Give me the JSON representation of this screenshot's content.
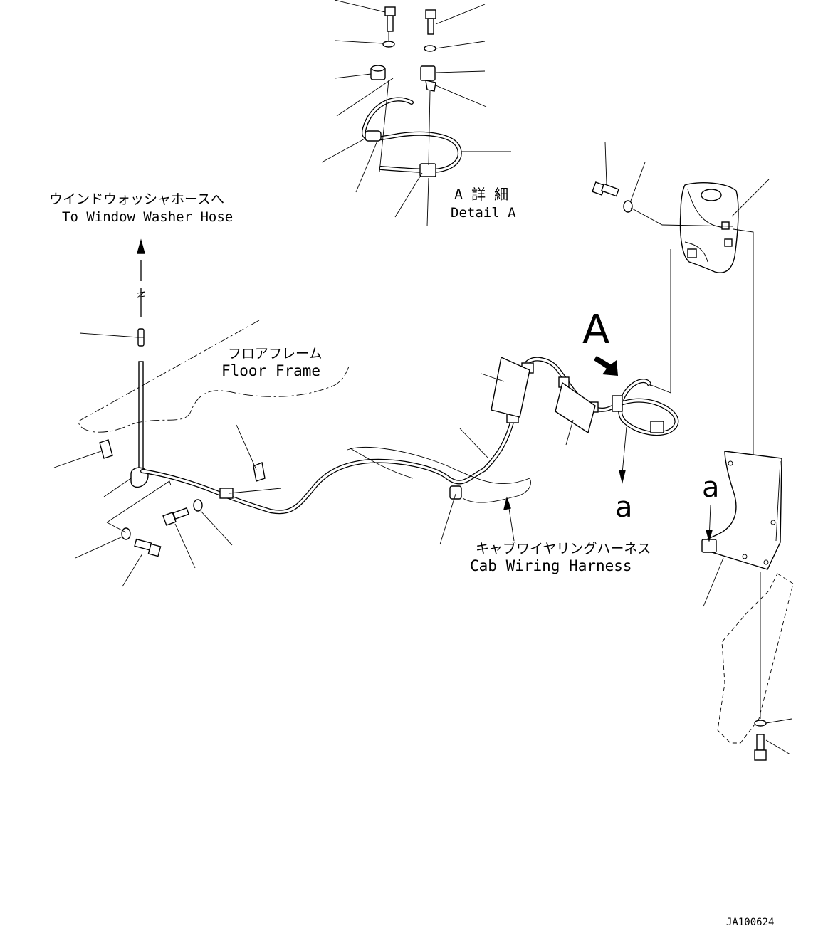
{
  "labels": {
    "washer_hose_jp": "ウインドウォッシャホースへ",
    "washer_hose_en": "To Window Washer Hose",
    "floor_frame_jp": "フロアフレーム",
    "floor_frame_en": "Floor Frame",
    "detail_a_jp": "A 詳 細",
    "detail_a_en": "Detail A",
    "cab_harness_jp": "キャブワイヤリングハーネス",
    "cab_harness_en": "Cab Wiring Harness",
    "view_letter": "A",
    "ref_a_left": "a",
    "ref_a_right": "a",
    "drawing_number": "JA100624"
  }
}
